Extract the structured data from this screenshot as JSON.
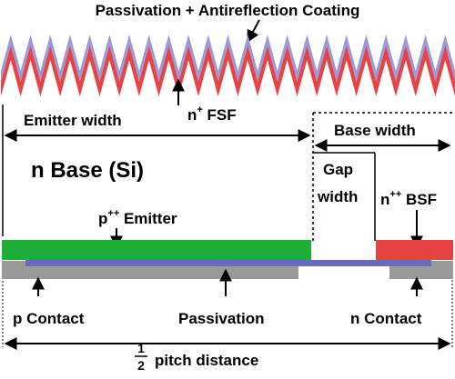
{
  "title": "Passivation + Antireflection Coating",
  "labels": {
    "fsf": "n",
    "fsf_sup": "+",
    "fsf_rest": " FSF",
    "emitter_width": "Emitter width",
    "base_width": "Base width",
    "n_base": "n Base (Si)",
    "gap_line1": "Gap",
    "gap_line2": "width",
    "emitter": "p",
    "emitter_sup": "++",
    "emitter_rest": " Emitter",
    "bsf": "n",
    "bsf_sup": "++",
    "bsf_rest": " BSF",
    "p_contact": "p Contact",
    "passivation": "Passivation",
    "n_contact": "n Contact",
    "fraction_num": "1",
    "fraction_den": "2",
    "pitch": "pitch distance"
  },
  "colors": {
    "coating": "#9999dd",
    "fsf": "#e84343",
    "emitter": "#1fad3a",
    "bsf": "#e84343",
    "contact": "#9a9a9a",
    "passivation_layer": "#6a6ab8",
    "line": "#000000"
  }
}
